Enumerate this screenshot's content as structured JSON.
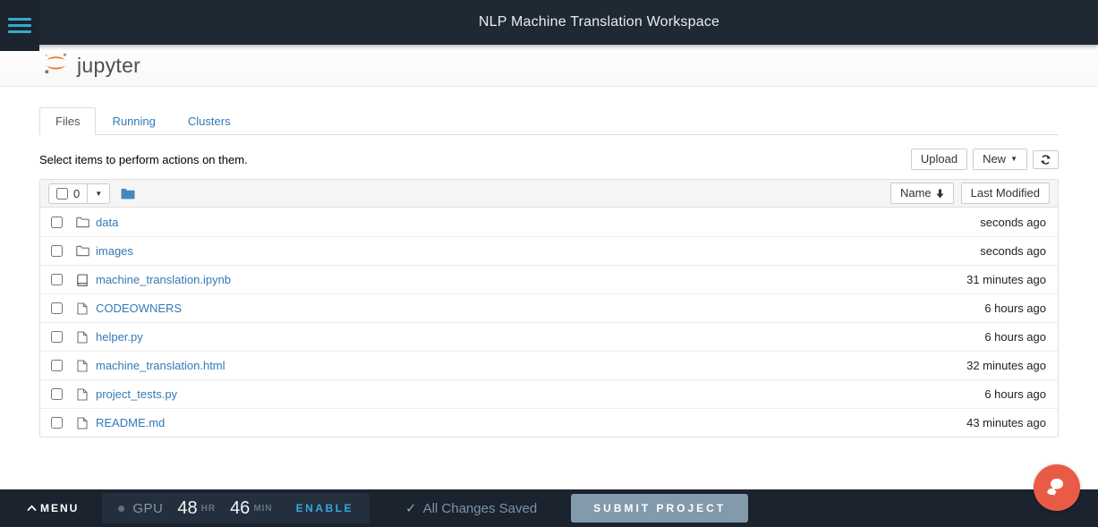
{
  "topbar": {
    "title": "NLP Machine Translation Workspace"
  },
  "jupyter": {
    "logo_text": "jupyter"
  },
  "tabs": {
    "files": "Files",
    "running": "Running",
    "clusters": "Clusters"
  },
  "toolbar": {
    "hint": "Select items to perform actions on them.",
    "upload": "Upload",
    "new": "New",
    "selected_count": "0",
    "sort_name": "Name",
    "last_modified": "Last Modified"
  },
  "files": [
    {
      "name": "data",
      "type": "folder",
      "modified": "seconds ago"
    },
    {
      "name": "images",
      "type": "folder",
      "modified": "seconds ago"
    },
    {
      "name": "machine_translation.ipynb",
      "type": "notebook",
      "modified": "31 minutes ago"
    },
    {
      "name": "CODEOWNERS",
      "type": "file",
      "modified": "6 hours ago"
    },
    {
      "name": "helper.py",
      "type": "file",
      "modified": "6 hours ago"
    },
    {
      "name": "machine_translation.html",
      "type": "file",
      "modified": "32 minutes ago"
    },
    {
      "name": "project_tests.py",
      "type": "file",
      "modified": "6 hours ago"
    },
    {
      "name": "README.md",
      "type": "file",
      "modified": "43 minutes ago"
    }
  ],
  "footer": {
    "menu": "MENU",
    "gpu": "GPU",
    "hours": "48",
    "hours_unit": "HR",
    "minutes": "46",
    "minutes_unit": "MIN",
    "enable": "ENABLE",
    "saved": "All Changes Saved",
    "submit": "SUBMIT PROJECT"
  },
  "colors": {
    "accent_teal": "#3ba7cc",
    "link_blue": "#337ab7",
    "enable_cyan": "#38a8dd",
    "fab_orange": "#ea5b47",
    "jupyter_orange": "#f37626",
    "topbar_dark": "#1f2933",
    "footer_dark": "#1a232e"
  }
}
